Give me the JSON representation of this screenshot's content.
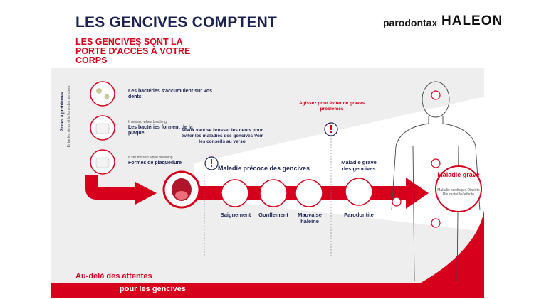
{
  "header": {
    "title": "LES GENCIVES COMPTENT",
    "subtitle": "LES GENCIVES SONT LA PORTE D'ACCÈS À VOTRE CORPS",
    "brand_product": "parodontax",
    "brand_company": "HALEON"
  },
  "zones": {
    "vertical_title": "Zones à problèmes",
    "vertical_sub": "Entre les dents et la ligne des gencives"
  },
  "steps": [
    {
      "pre": "",
      "text": "Les bactéries s'accumulent sur vos dents"
    },
    {
      "pre": "If missed when brushing",
      "text": "Les bactéries forment de la plaque"
    },
    {
      "pre": "If still missed when brushing",
      "text": "Formes de plaquedure"
    }
  ],
  "advice": "Mieux vaut se brosser les dents pour éviter les maladies des gencives Voir les conseils au verso",
  "act": "Agissez pour éviter de graves problèmes",
  "early": {
    "title": "Maladie précoce des gencives",
    "items": [
      "Saignement",
      "Gonflement",
      "Mauvaise haleine"
    ]
  },
  "serious": {
    "title": "Maladie grave des gencives",
    "item": "Parodontite"
  },
  "body": {
    "title": "Maladie grave",
    "list": "Maladie cardiaque Diabète Rhumatoïde/arthrite"
  },
  "footer": {
    "line1": "Au-delà des attentes",
    "line2": "pour les gencives"
  },
  "colors": {
    "red": "#d6001c",
    "navy": "#1b2150",
    "panel": "#eeeeee"
  }
}
